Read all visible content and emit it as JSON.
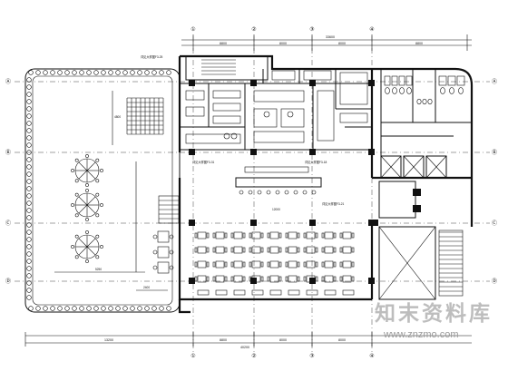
{
  "axes": {
    "top": [
      "①",
      "②",
      "③",
      "④"
    ],
    "bottom": [
      "①",
      "②",
      "③",
      "④"
    ],
    "left": [
      "Ⓐ",
      "Ⓑ",
      "Ⓒ",
      "Ⓓ"
    ],
    "right": [
      "Ⓐ",
      "Ⓑ",
      "Ⓒ",
      "Ⓓ"
    ]
  },
  "dimensions": {
    "top_segments": [
      "8800",
      "8000",
      "8000",
      "8800"
    ],
    "top_total": "33600",
    "bottom_left": "13200",
    "bottom_segments": [
      "8800",
      "8000",
      "8000"
    ],
    "bottom_total": "40200"
  },
  "labels": {
    "detail_callouts": [
      "详见大样图F3-25",
      "详见大样图F3-31",
      "详见大样图F3-18",
      "详见大样图F3-21"
    ],
    "terrace_dim_v": "4800",
    "terrace_dim_h": "5250",
    "terrace_dim_h2": "2400",
    "hall_dim": "12000"
  },
  "watermark": {
    "title": "知末资料库",
    "url": "www.znzmo.com"
  }
}
